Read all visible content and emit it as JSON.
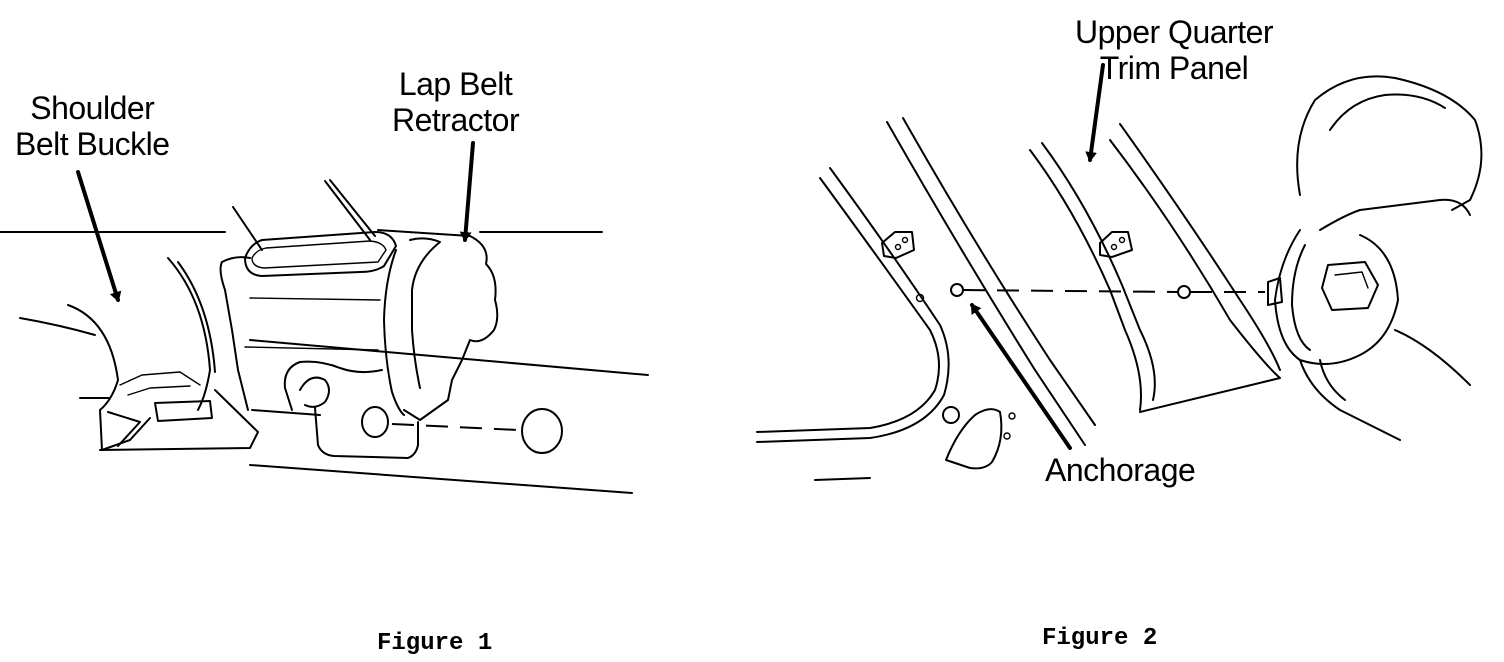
{
  "figure1": {
    "label_shoulder": "Shoulder\nBelt Buckle",
    "label_lap": "Lap Belt\nRetractor",
    "caption": "Figure 1"
  },
  "figure2": {
    "label_trim": "Upper Quarter\nTrim Panel",
    "label_anchorage": "Anchorage",
    "caption": "Figure 2"
  }
}
